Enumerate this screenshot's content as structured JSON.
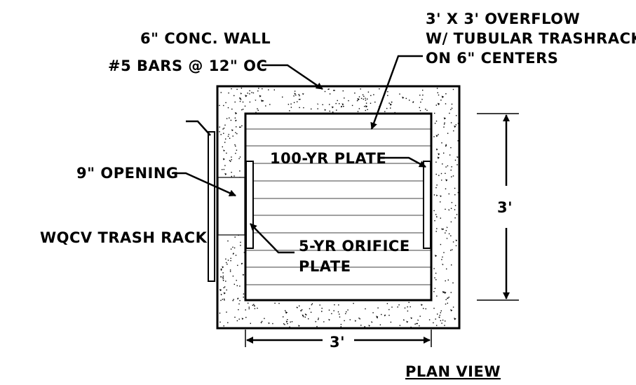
{
  "labels": {
    "wall_line1": "6\" CONC. WALL",
    "wall_line2": "#5 BARS @ 12\" OC",
    "overflow_line1": "3' X 3' OVERFLOW",
    "overflow_line2": "W/ TUBULAR TRASHRACK",
    "overflow_line3": "ON 6\" CENTERS",
    "opening": "9\" OPENING",
    "plate_100yr": "100-YR PLATE",
    "trash_rack": "WQCV TRASH RACK",
    "orifice_line1": "5-YR ORIFICE",
    "orifice_line2": "PLATE",
    "dim_vertical": "3'",
    "dim_horizontal": "3'",
    "view_title": "PLAN VIEW"
  },
  "colors": {
    "ink": "#000000",
    "background": "#ffffff"
  }
}
